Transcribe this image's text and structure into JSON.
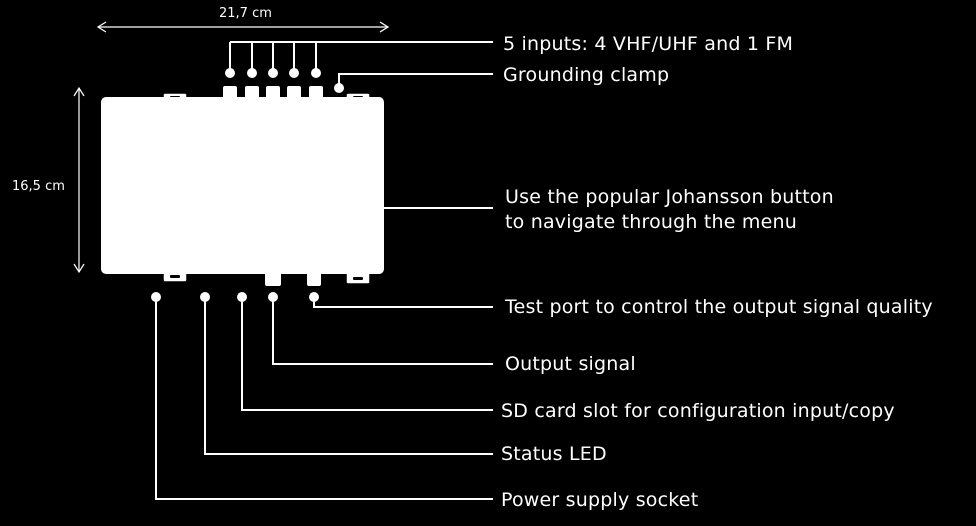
{
  "dimensions": {
    "width": "21,7 cm",
    "height": "16,5 cm"
  },
  "callouts": {
    "inputs": "5 inputs: 4 VHF/UHF and 1 FM",
    "grounding": "Grounding clamp",
    "johansson_line1": "Use the popular Johansson button",
    "johansson_line2": "to navigate through the menu",
    "test_port": "Test port to control the output signal quality",
    "output": "Output signal",
    "sd_card": "SD card slot for configuration input/copy",
    "status_led": "Status LED",
    "power": "Power supply socket"
  },
  "colors": {
    "background": "#000000",
    "foreground": "#ffffff"
  }
}
